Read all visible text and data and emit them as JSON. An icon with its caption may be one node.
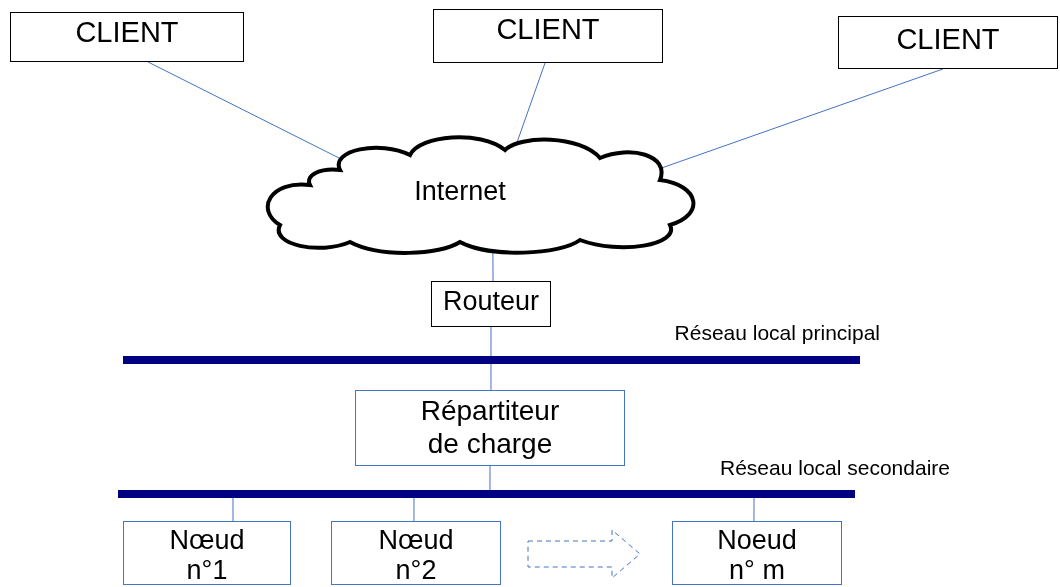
{
  "diagram": {
    "nodes": [
      {
        "text": [
          "CLIENT"
        ]
      },
      {
        "text": [
          "CLIENT"
        ]
      },
      {
        "text": [
          "CLIENT"
        ]
      },
      {
        "text": [
          "Internet"
        ]
      },
      {
        "text": [
          "Routeur"
        ]
      },
      {
        "text": [],
        "shape": "bar",
        "beside": [
          "Réseau local principal"
        ]
      },
      {
        "text": [
          "Répartiteur de charge"
        ]
      },
      {
        "text": [],
        "shape": "bar",
        "beside": [
          "Réseau local secondaire"
        ]
      },
      {
        "text": [
          "Nœud n°1"
        ]
      },
      {
        "text": [
          "Nœud n°2"
        ]
      },
      {
        "text": [
          "Noeud n° m"
        ]
      }
    ],
    "edges": [
      {
        "from": 0,
        "to": 3,
        "arrow": "none"
      },
      {
        "from": 1,
        "to": 3,
        "arrow": "none"
      },
      {
        "from": 2,
        "to": 3,
        "arrow": "none"
      },
      {
        "from": 3,
        "to": 4,
        "arrow": "none"
      },
      {
        "from": 4,
        "to": 5,
        "arrow": "none"
      },
      {
        "from": 5,
        "to": 6,
        "arrow": "none"
      },
      {
        "from": 6,
        "to": 7,
        "arrow": "none"
      },
      {
        "from": 7,
        "to": 8,
        "arrow": "none"
      },
      {
        "from": 7,
        "to": 9,
        "arrow": "none"
      },
      {
        "from": 7,
        "to": 10,
        "arrow": "none"
      },
      {
        "from": 9,
        "to": 10,
        "arrow": "to",
        "style": "dashed"
      }
    ]
  }
}
